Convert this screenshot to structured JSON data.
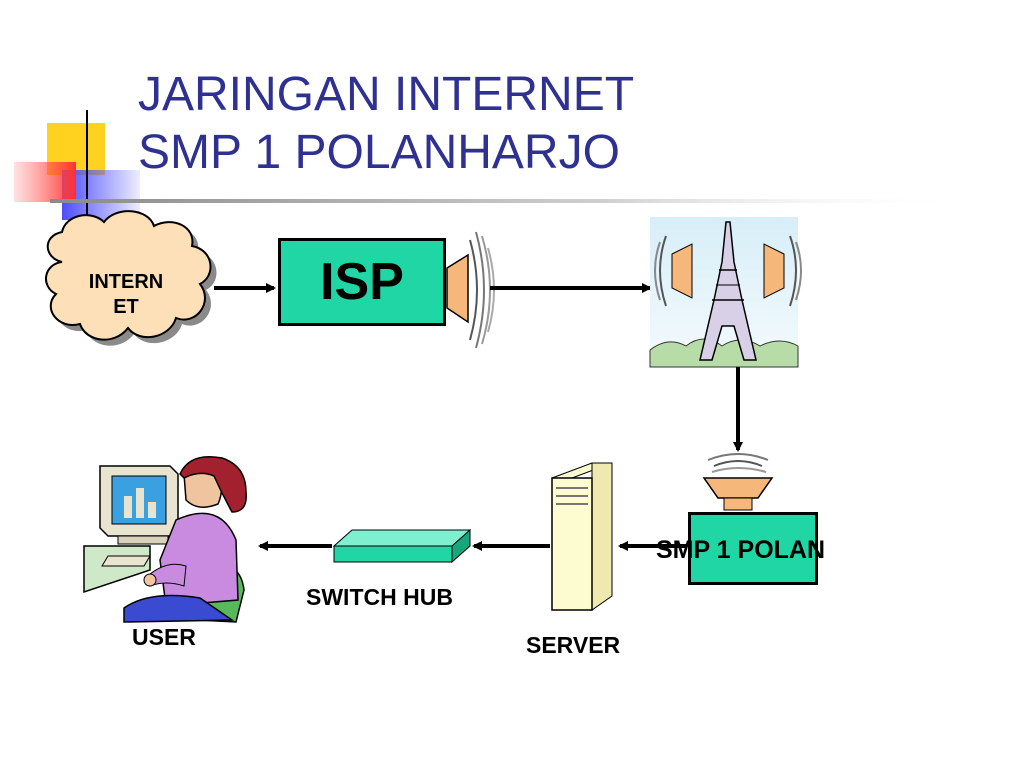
{
  "title": {
    "line1": "JARINGAN INTERNET",
    "line2": "SMP 1 POLANHARJO"
  },
  "colors": {
    "title": "#2e3192",
    "box_fill": "#21d6a5",
    "cloud_fill": "#fde0b8",
    "server_fill": "#fdfbd0",
    "switch_fill": "#21d6a5"
  },
  "nodes": {
    "internet": {
      "label": "INTERN\nET",
      "icon": "cloud-icon"
    },
    "isp": {
      "label": "ISP"
    },
    "tower": {
      "icon": "eiffel-tower-transmitter-icon"
    },
    "smp": {
      "label": "SMP 1 POLAN"
    },
    "server": {
      "label": "SERVER",
      "icon": "server-tower-icon"
    },
    "switch": {
      "label": "SWITCH HUB",
      "icon": "switch-hub-icon"
    },
    "user": {
      "label": "USER",
      "icon": "user-at-computer-icon"
    }
  }
}
